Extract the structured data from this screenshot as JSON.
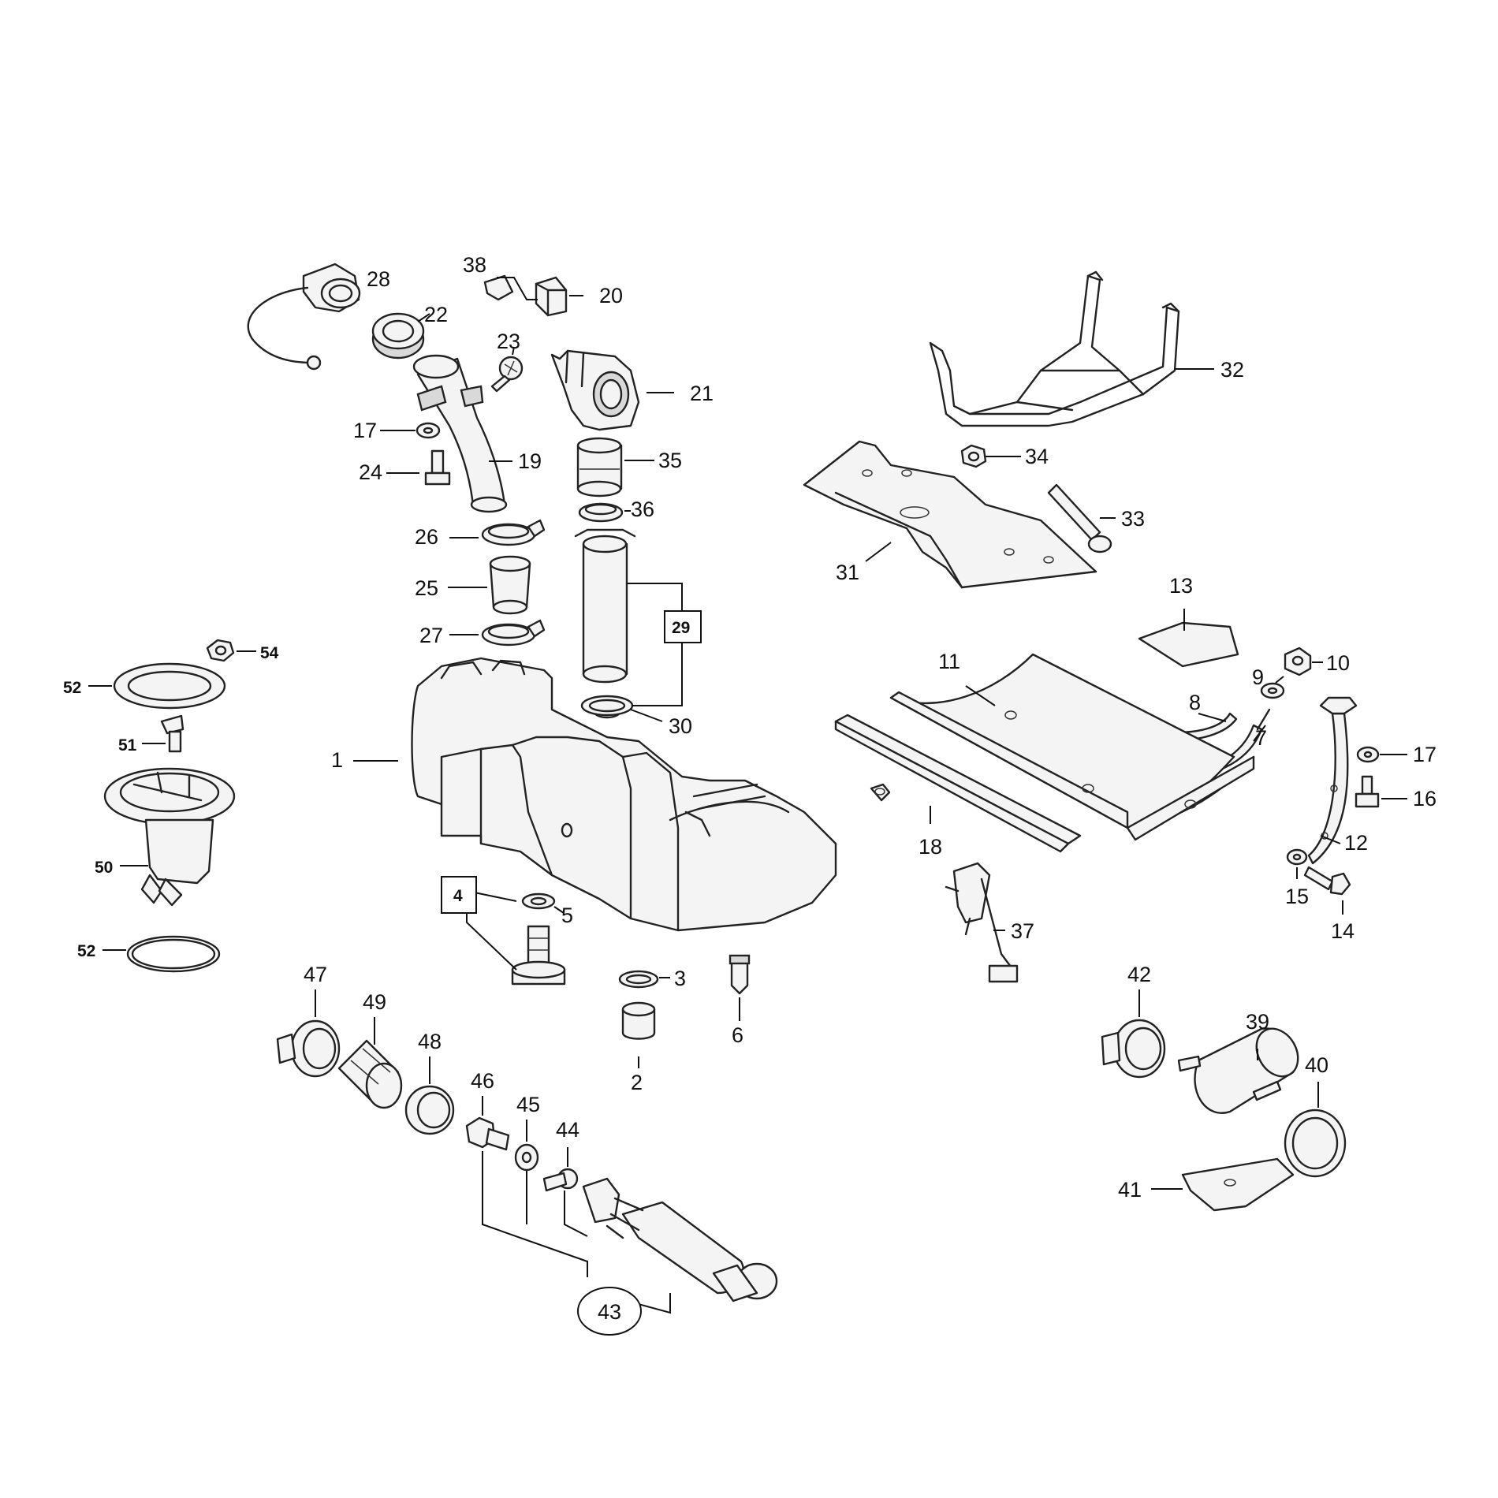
{
  "callouts": [
    "1",
    "2",
    "3",
    "4",
    "5",
    "6",
    "7",
    "8",
    "9",
    "10",
    "11",
    "12",
    "13",
    "14",
    "15",
    "16",
    "17",
    "17",
    "18",
    "19",
    "20",
    "21",
    "22",
    "23",
    "24",
    "25",
    "26",
    "27",
    "28",
    "29",
    "30",
    "31",
    "32",
    "33",
    "34",
    "35",
    "36",
    "37",
    "38",
    "39",
    "40",
    "41",
    "42",
    "43",
    "44",
    "45",
    "46",
    "47",
    "48",
    "49",
    "50",
    "51",
    "52",
    "52",
    "54"
  ]
}
